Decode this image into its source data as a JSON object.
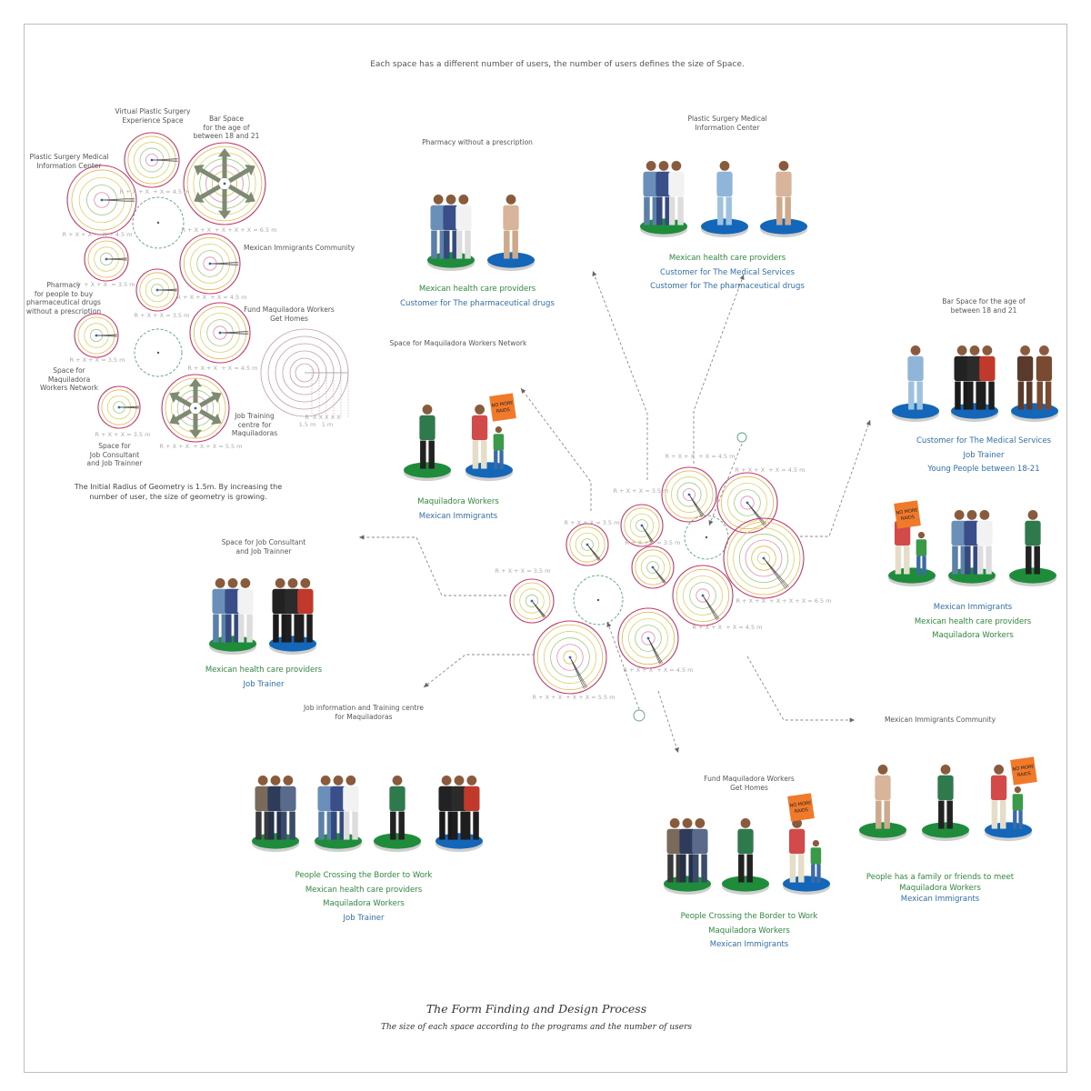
{
  "header": "Each space has a different number of users, the number of users defines the size of Space.",
  "footer": {
    "title": "The Form Finding and Design Process",
    "subtitle": "The size of each space according to the programs and the number of users"
  },
  "colors": {
    "green": "#2e8b3d",
    "blue": "#2f6fb0",
    "ring": "#c8366b",
    "arrow": "#888888"
  },
  "left_panel": {
    "labels": {
      "virtual": "Virtual Plastic Surgery\nExperience Space",
      "bar": "Bar Space\nfor the age of\nbetween 18 and 21",
      "plastic": "Plastic Surgery Medical\nInformation Center",
      "immigrants": "Mexican Immigrants Community",
      "pharmacy": "Pharmacy\nfor people to buy\npharmaceutical drugs\nwithout a prescription",
      "fund": "Fund Maquiladora Workers\nGet Homes",
      "network": "Space for\nMaquiladora\nWorkers Network",
      "job_training": "Job Training\ncentre for\nMaquiladoras",
      "job_consultant": "Space for\nJob Consultant\nand Job Trainner"
    },
    "formulas": {
      "virtual": "R + X + X  + X = 4.5 m",
      "bar": "R + X + X  + X + X + X = 6.5 m",
      "plastic": "R + X + X  + X = 4.5 m",
      "pharmacy": "R  + X + X  = 3.5 m",
      "immigrants": "R + X + X  + X = 4.5 m",
      "small_center": "R + X + X = 3.5 m",
      "network": "R + X + X = 3.5 m",
      "fund": "R + X + X  + X = 4.5 m",
      "job_consultant": "R + X + X = 3.5 m",
      "job_training": "R + X + X  + X + X = 5.5 m"
    },
    "scale": {
      "r_label": "R  X X X X X",
      "r_value": "1.5 m",
      "x_value": "1 m"
    },
    "note": "The Initial Radius of Geometry is 1.5m. By increasing the\nnumber of user, the size of geometry is growing."
  },
  "center_formulas": {
    "top": "R + X + X  + X = 4.5 m",
    "top_right": "R + X + X  + X = 4.5 m",
    "upper_left": "R + X + X = 3.5 m",
    "left_mid": "R + X + X = 3.5 m",
    "center": "R + X +X  = 3.5 m",
    "left_low": "R + X + X = 3.5 m",
    "big_right": "R + X + X  + X + X + X = 6.5 m",
    "right_low": "R + X + X  + X = 4.5 m",
    "bottom_mid": "R + X + X  + X = 4.5 m",
    "bottom_left": "R + X + X  + X + X = 5.5 m"
  },
  "groups": {
    "pharmacy": {
      "title": "Pharmacy without a prescription",
      "lines": [
        {
          "text": "Mexican health care providers",
          "color": "green"
        },
        {
          "text": "Customer for The pharmaceutical drugs",
          "color": "blue"
        }
      ]
    },
    "plastic": {
      "title": "Plastic Surgery Medical\nInformation Center",
      "lines": [
        {
          "text": "Mexican health care providers",
          "color": "green"
        },
        {
          "text": "Customer for The Medical Services",
          "color": "blue"
        },
        {
          "text": "Customer for The pharmaceutical drugs",
          "color": "blue"
        }
      ]
    },
    "network": {
      "title": "Space for Maquiladora Workers Network",
      "lines": [
        {
          "text": "Maquiladora Workers",
          "color": "green"
        },
        {
          "text": "Mexican Immigrants",
          "color": "blue"
        }
      ]
    },
    "bar": {
      "title": "Bar Space for the age of\nbetween 18 and 21",
      "lines": [
        {
          "text": "Customer for The Medical Services",
          "color": "blue"
        },
        {
          "text": "Job Trainer",
          "color": "blue"
        },
        {
          "text": "Young People between 18-21",
          "color": "blue"
        }
      ]
    },
    "bar2": {
      "lines": [
        {
          "text": "Mexican Immigrants",
          "color": "blue"
        },
        {
          "text": "Mexican health care providers",
          "color": "green"
        },
        {
          "text": "Maquiladora Workers",
          "color": "green"
        }
      ]
    },
    "consultant": {
      "title": "Space for Job Consultant\nand Job Trainner",
      "lines": [
        {
          "text": "Mexican health care providers",
          "color": "green"
        },
        {
          "text": "Job Trainer",
          "color": "blue"
        }
      ]
    },
    "training": {
      "title": "Job information and Training centre\nfor Maquiladoras",
      "lines": [
        {
          "text": "People Crossing the Border to Work",
          "color": "green"
        },
        {
          "text": "Mexican health care providers",
          "color": "green"
        },
        {
          "text": "Maquiladora Workers",
          "color": "green"
        },
        {
          "text": "Job Trainer",
          "color": "blue"
        }
      ]
    },
    "fund": {
      "title": "Fund Maquiladora Workers\nGet Homes",
      "lines": [
        {
          "text": "People Crossing the Border to Work",
          "color": "green"
        },
        {
          "text": "Maquiladora Workers",
          "color": "green"
        },
        {
          "text": "Mexican Immigrants",
          "color": "blue"
        }
      ]
    },
    "community": {
      "title": "Mexican Immigrants Community",
      "lines": [
        {
          "text": "People has a family or friends to meet",
          "color": "green"
        },
        {
          "text": "Maquiladora Workers",
          "color": "green"
        },
        {
          "text": "Mexican Immigrants",
          "color": "blue"
        }
      ]
    }
  },
  "sign_text": "NO MORE\nRAIDS"
}
